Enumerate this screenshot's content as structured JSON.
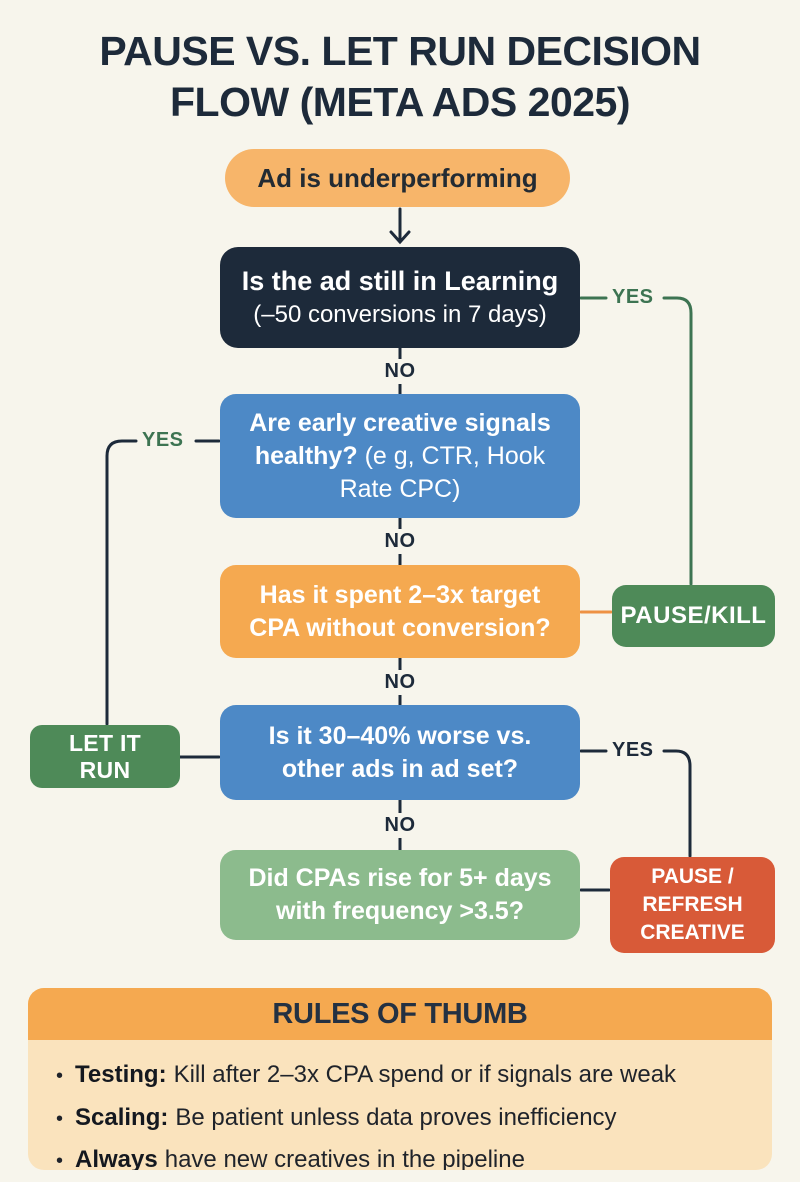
{
  "colors": {
    "bg": "#f7f5ec",
    "navy": "#1d2a3a",
    "blue": "#4d89c6",
    "orange": "#f5a950",
    "orange-light": "#f7b56a",
    "orange-line": "#ee9143",
    "green": "#4e8a58",
    "green-light": "#8cbb8d",
    "red": "#d85a38",
    "yes-green": "#3d7452",
    "peach": "#fae3bd"
  },
  "header": {
    "title_lines": [
      "PAUSE VS. LET RUN DECISION",
      "FLOW (META ADS 2025)"
    ]
  },
  "flow": {
    "start": "Ad is underperforming",
    "learning": {
      "line1": "Is the ad still in Learning",
      "line2": "(–50 conversions in 7 days)"
    },
    "signals": {
      "bold": "Are early creative signals healthy?",
      "rest": "(e g, CTR, Hook Rate CPC)"
    },
    "spent": "Has it spent 2–3x target CPA without conversion?",
    "worse": "Is it 30–40% worse vs. other ads in ad set?",
    "cpas": "Did CPAs rise for 5+ days with frequency >3.5?",
    "pause_kill": "PAUSE/KILL",
    "let_it_run": "LET IT RUN",
    "pause_refresh": "PAUSE / REFRESH CREATIVE",
    "labels": {
      "yes": "YES",
      "no": "NO"
    }
  },
  "rules": {
    "title": "RULES OF THUMB",
    "bullet": "•",
    "items": [
      {
        "bold": "Testing:",
        "text": "Kill after 2–3x CPA spend or if signals are weak"
      },
      {
        "bold": "Scaling:",
        "text": "Be patient unless data proves inefficiency"
      },
      {
        "bold": "Always",
        "text": "have new creatives in the pipeline"
      }
    ]
  }
}
